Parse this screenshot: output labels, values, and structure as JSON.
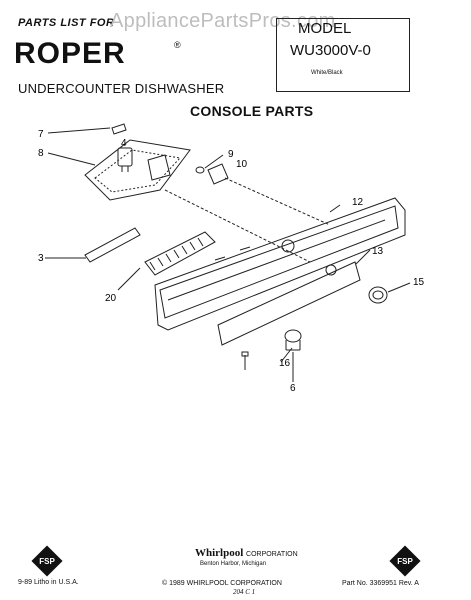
{
  "header": {
    "parts_list_label": "PARTS LIST FOR",
    "watermark": "AppliancePartsPros.com",
    "brand_logo": "ROPER",
    "registered_mark": "®",
    "model_label": "MODEL",
    "model_number": "WU3000V-0",
    "model_color": "White/Black",
    "appliance_type": "UNDERCOUNTER DISHWASHER",
    "section_title": "CONSOLE PARTS"
  },
  "callouts": {
    "c7": "7",
    "c4": "4",
    "c8": "8",
    "c9": "9",
    "c10": "10",
    "c12": "12",
    "c3": "3",
    "c13": "13",
    "c15": "15",
    "c20": "20",
    "c16": "16",
    "c6": "6"
  },
  "footer": {
    "brand": "Whirlpool",
    "brand_suffix": "CORPORATION",
    "city": "Benton Harbor, Michigan",
    "left_text": "9-89 Litho in U.S.A.",
    "copyright": "© 1989 WHIRLPOOL CORPORATION",
    "code": "204  C 1",
    "part_number": "Part No. 3369951 Rev. A",
    "fsp_logo_left": "FSP",
    "fsp_logo_right": "FSP"
  }
}
